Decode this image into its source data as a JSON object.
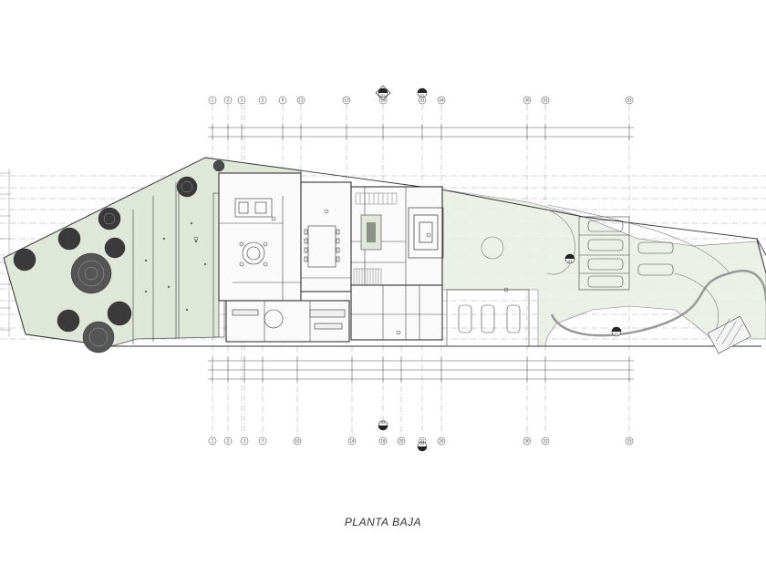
{
  "drawing": {
    "title": "PLANTA BAJA",
    "colors": {
      "garden": "#dfe8d8",
      "lines": "#4a4a4a",
      "grid": "#8a8a8a",
      "trees": "#2b2b2b",
      "background": "#ffffff"
    },
    "section_markers": [
      {
        "id": "section-top-1",
        "label": "02"
      },
      {
        "id": "section-top-2",
        "label": "02"
      },
      {
        "id": "section-bottom-1",
        "label": "02"
      },
      {
        "id": "section-bottom-2",
        "label": "04"
      },
      {
        "id": "section-drive",
        "label": "03"
      },
      {
        "id": "section-drive-2",
        "label": "01"
      }
    ],
    "grid_top_numbers": [
      "1",
      "2",
      "3",
      "5",
      "9",
      "11",
      "13",
      "19",
      "21",
      "24",
      "30",
      "31",
      "33"
    ],
    "grid_bottom_numbers": [
      "1",
      "2",
      "3",
      "7",
      "10",
      "14",
      "18",
      "20",
      "21",
      "24",
      "30",
      "31",
      "33"
    ]
  }
}
